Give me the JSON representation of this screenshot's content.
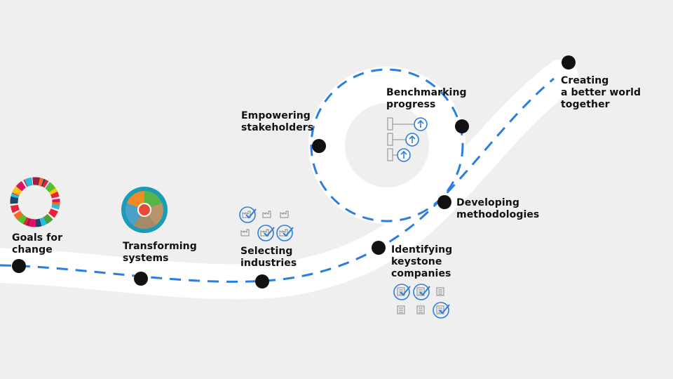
{
  "colors": {
    "background": "#efefef",
    "road": "#ffffff",
    "dash": "#2a7de1",
    "node": "#111111",
    "icon_gray": "#8a8a8a",
    "icon_blue": "#2a7de1"
  },
  "milestones": [
    {
      "id": "goals",
      "label": "Goals for\nchange",
      "icon": "sdg-color-wheel-icon"
    },
    {
      "id": "transforming",
      "label": "Transforming\nsystems",
      "icon": "systems-wheel-icon"
    },
    {
      "id": "selecting",
      "label": "Selecting\nindustries",
      "icon": "factory-check-icons"
    },
    {
      "id": "identifying",
      "label": "Identifying\nkeystone\ncompanies",
      "icon": "building-check-icons"
    },
    {
      "id": "developing",
      "label": "Developing\nmethodologies",
      "icon": ""
    },
    {
      "id": "benchmarking",
      "label": "Benchmarking\nprogress",
      "icon": "progress-arrow-icons"
    },
    {
      "id": "empowering",
      "label": "Empowering\nstakeholders",
      "icon": ""
    },
    {
      "id": "creating",
      "label": "Creating\na better world\ntogether",
      "icon": ""
    }
  ]
}
